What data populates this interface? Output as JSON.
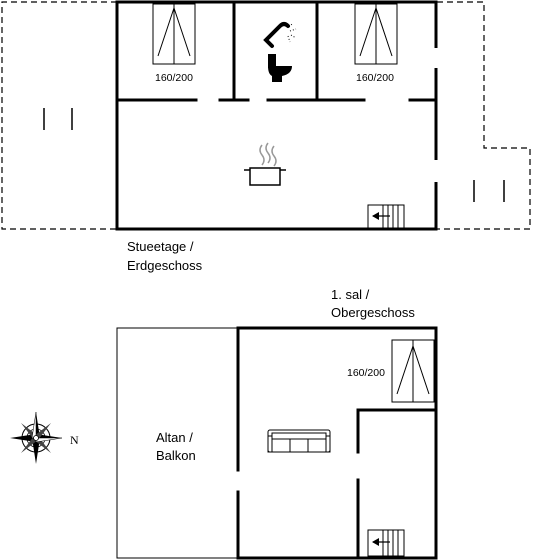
{
  "ground_floor": {
    "label_line1": "Stueetage /",
    "label_line2": "Erdgeschoss",
    "bed_left": "160/200",
    "bed_right": "160/200"
  },
  "upper_floor": {
    "label_line1": "1. sal /",
    "label_line2": "Obergeschoss",
    "bed": "160/200",
    "balcony_line1": "Altan /",
    "balcony_line2": "Balkon"
  },
  "compass": {
    "north_letter": "N"
  },
  "icons": [
    "bed-icon",
    "shower-icon",
    "toilet-icon",
    "cooking-pot-icon",
    "staircase-icon",
    "sofa-icon",
    "compass-rose-icon"
  ]
}
